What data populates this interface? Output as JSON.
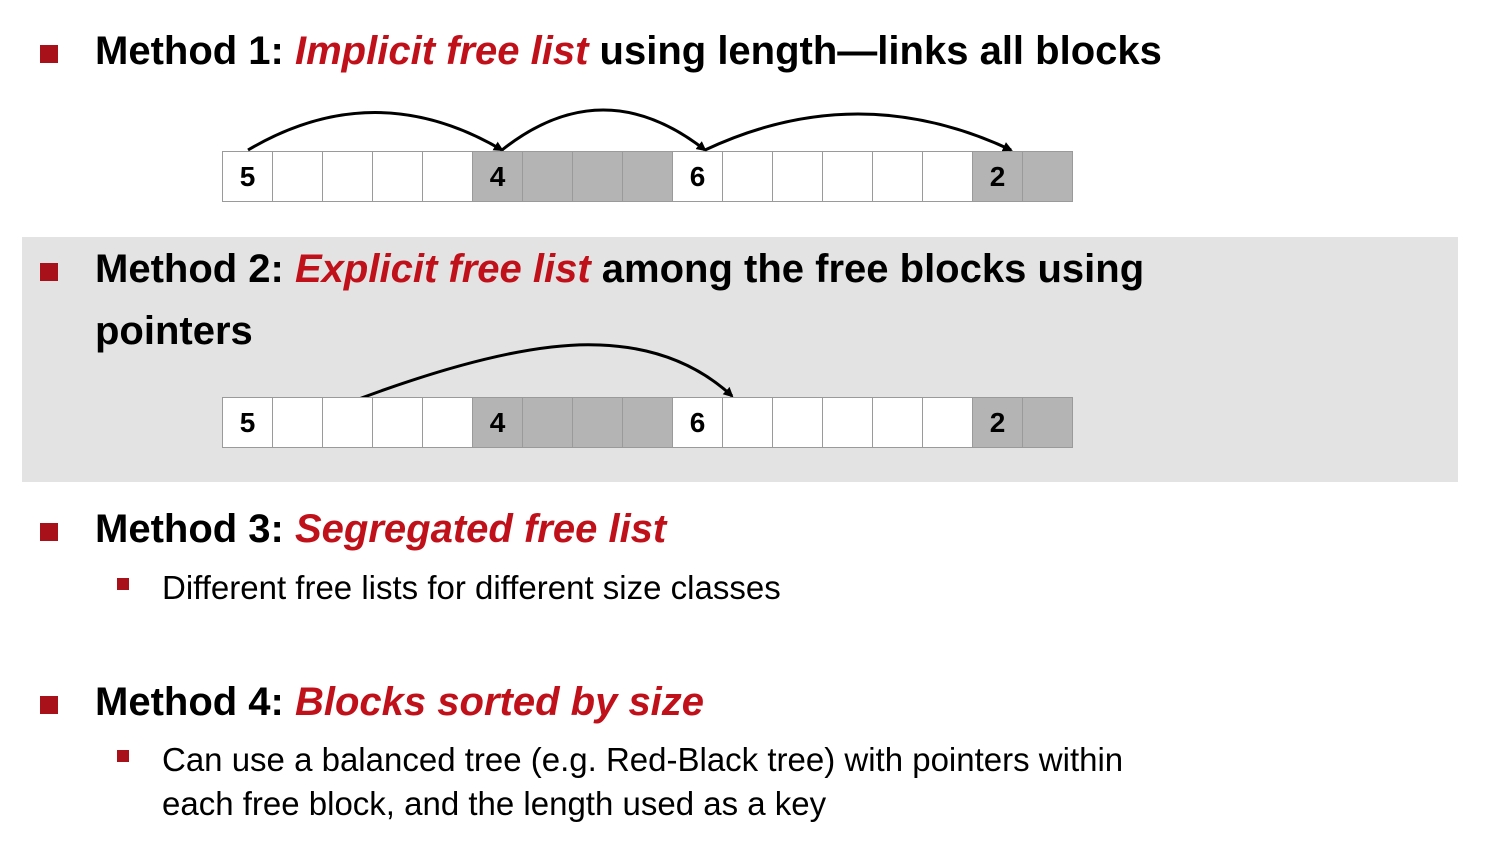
{
  "method1": {
    "label": "Method 1:",
    "emphasis": "Implicit free list",
    "rest": "using length—links all blocks"
  },
  "method2": {
    "label": "Method 2:",
    "emphasis": "Explicit free list",
    "rest": "among the free blocks using",
    "rest_line2": "pointers"
  },
  "method3": {
    "label": "Method 3:",
    "emphasis": "Segregated free list",
    "sub": "Different free lists for different size classes"
  },
  "method4": {
    "label": "Method 4:",
    "emphasis": "Blocks sorted by size",
    "sub_line1": "Can use a balanced tree (e.g. Red-Black tree) with pointers within",
    "sub_line2": "each free block, and the length used as a key"
  },
  "heap": {
    "header_values": [
      "5",
      "4",
      "6",
      "2"
    ],
    "cells": [
      {
        "label": "5",
        "state": "free"
      },
      {
        "label": "",
        "state": "free"
      },
      {
        "label": "",
        "state": "free"
      },
      {
        "label": "",
        "state": "free"
      },
      {
        "label": "",
        "state": "free"
      },
      {
        "label": "4",
        "state": "allocated"
      },
      {
        "label": "",
        "state": "allocated"
      },
      {
        "label": "",
        "state": "allocated"
      },
      {
        "label": "",
        "state": "allocated"
      },
      {
        "label": "6",
        "state": "free"
      },
      {
        "label": "",
        "state": "free"
      },
      {
        "label": "",
        "state": "free"
      },
      {
        "label": "",
        "state": "free"
      },
      {
        "label": "",
        "state": "free"
      },
      {
        "label": "",
        "state": "free"
      },
      {
        "label": "2",
        "state": "allocated"
      },
      {
        "label": "",
        "state": "allocated"
      }
    ]
  },
  "colors": {
    "accent_red": "#c0111b",
    "bullet_red": "#a8101a",
    "highlight_gray": "#e3e3e3",
    "allocated_gray": "#b4b4b4"
  }
}
